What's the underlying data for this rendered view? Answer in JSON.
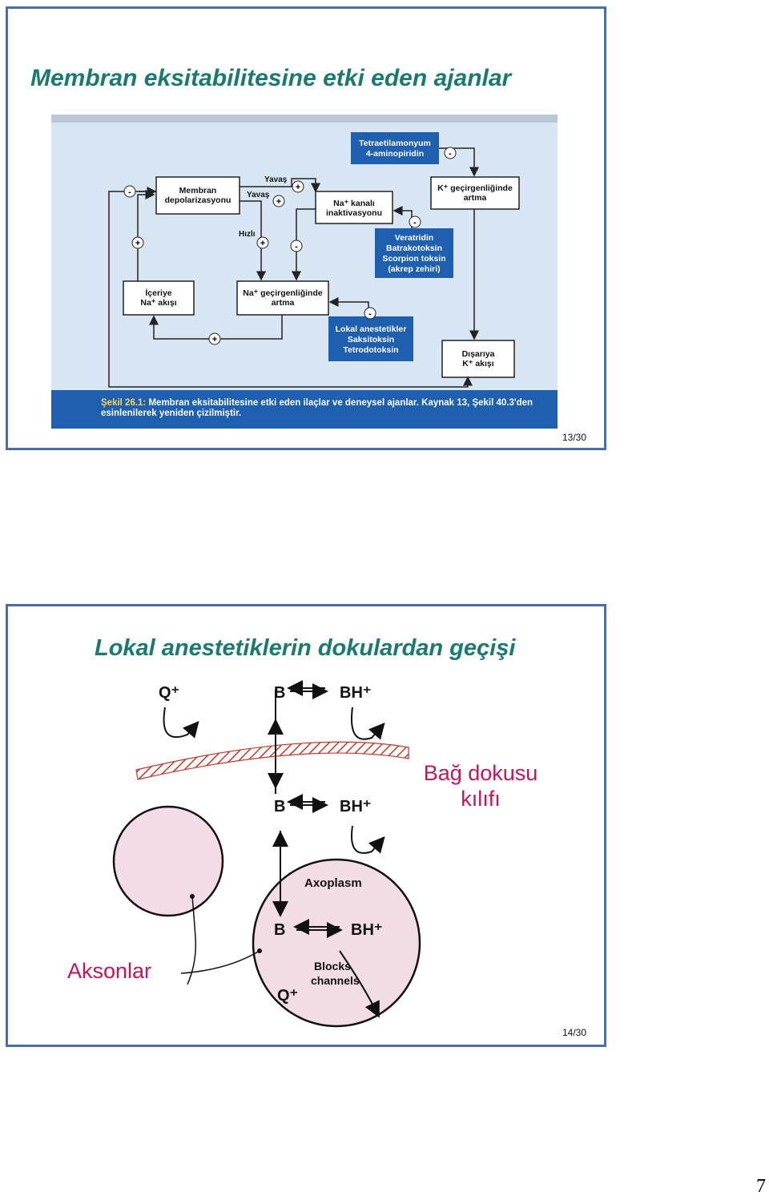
{
  "slide1": {
    "title": "Membran eksitabilitesine etki eden ajanlar",
    "page": "13/30",
    "diagram": {
      "boxes": {
        "membran": [
          "Membran",
          "depolarizasyonu"
        ],
        "na_kanal": [
          "Na⁺ kanalı",
          "inaktivasyonu"
        ],
        "tetra": [
          "Tetraetilamonyum",
          "4-aminopiridin"
        ],
        "k_gecir": [
          "K⁺ geçirgenliğinde",
          "artma"
        ],
        "veratridin": [
          "Veratridin",
          "Batrakotoksin",
          "Scorpion toksin",
          "(akrep zehiri)"
        ],
        "iceriye": [
          "İçeriye",
          "Na⁺ akışı"
        ],
        "na_gecir": [
          "Na⁺ geçirgenliğinde",
          "artma"
        ],
        "lokal": [
          "Lokal anestetikler",
          "Saksitoksin",
          "Tetrodotoksin"
        ],
        "disariya": [
          "Dışarıya",
          "K⁺ akışı"
        ]
      },
      "labels": {
        "yavas1": "Yavaş",
        "yavas2": "Yavaş",
        "hizli": "Hızlı"
      },
      "caption_label": "Şekil 26.1:",
      "caption_text": "Membran eksitabilitesine etki eden ilaçlar ve deneysel ajanlar. Kaynak 13, Şekil 40.3'den esinlenilerek yeniden çizilmiştir."
    }
  },
  "slide2": {
    "title": "Lokal anestetiklerin dokulardan geçişi",
    "page": "14/30",
    "sheath_label_line1": "Bağ dokusu",
    "sheath_label_line2": "kılıfı",
    "axon_label": "Aksonlar",
    "figure": {
      "q_top": "Q⁺",
      "b_top": "B",
      "bh_top": "BH⁺",
      "b_mid": "B",
      "bh_mid": "BH⁺",
      "axoplasm": "Axoplasm",
      "b_axon": "B",
      "bh_axon": "BH⁺",
      "blocks": "Blocks",
      "channels": "channels",
      "q_axon": "Q⁺"
    }
  },
  "page_number": "7",
  "colors": {
    "title": "#1a7a6e",
    "pink": "#c2185b",
    "border": "#4a6fa5",
    "box_blue": "#1f5fb0"
  }
}
